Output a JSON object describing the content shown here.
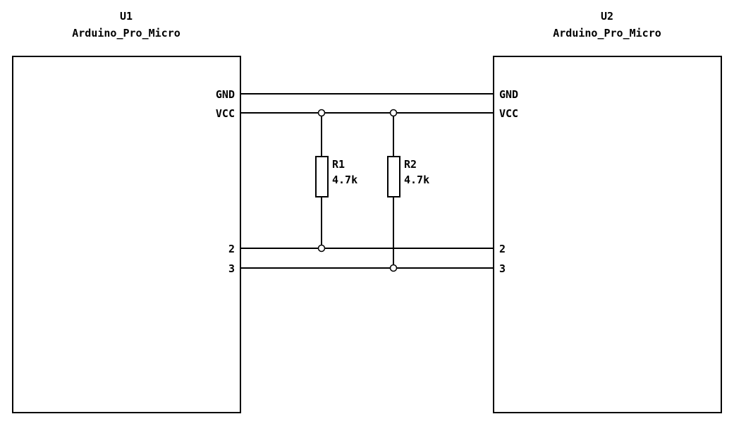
{
  "schematic": {
    "components": {
      "u1": {
        "ref": "U1",
        "value": "Arduino_Pro_Micro",
        "pins": {
          "gnd": "GND",
          "vcc": "VCC",
          "p2": "2",
          "p3": "3"
        }
      },
      "u2": {
        "ref": "U2",
        "value": "Arduino_Pro_Micro",
        "pins": {
          "gnd": "GND",
          "vcc": "VCC",
          "p2": "2",
          "p3": "3"
        }
      }
    },
    "resistors": {
      "r1": {
        "ref": "R1",
        "value": "4.7k"
      },
      "r2": {
        "ref": "R2",
        "value": "4.7k"
      }
    },
    "colors": {
      "line": "#000000",
      "background": "#ffffff"
    }
  }
}
